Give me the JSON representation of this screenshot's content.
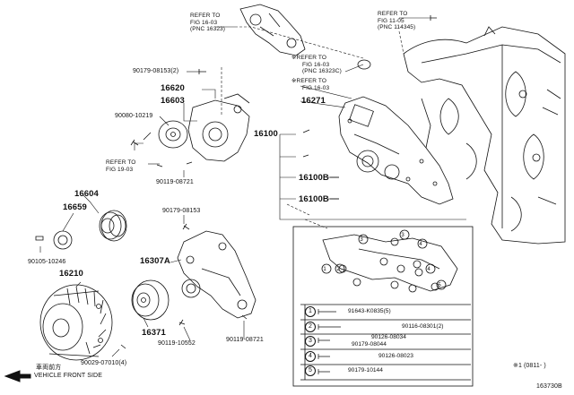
{
  "labels": {
    "refer_16_03_a": {
      "line1": "REFER TO",
      "line2": "FIG 16-03",
      "line3": "(PNC 16323)"
    },
    "refer_11_05": {
      "line1": "REFER TO",
      "line2": "FIG 11-05",
      "line3": "(PNC 114345)"
    },
    "refer_16_03_b": {
      "line1": "※REFER TO",
      "line2": "FIG 16-03",
      "line3": "(PNC 16323C)"
    },
    "refer_16_03_c": {
      "line1": "※REFER TO",
      "line2": "FIG 16-03"
    },
    "refer_19_03": {
      "line1": "REFER TO",
      "line2": "FIG 19-03"
    },
    "p_90179_08153_2": "90179-08153(2)",
    "p_16620": "16620",
    "p_16603": "16603",
    "p_90080_10219": "90080-10219",
    "p_90119_08721_a": "90119-08721",
    "p_16271": "16271",
    "p_16100": "16100",
    "p_16100B_a": "16100B",
    "p_16100B_b": "16100B",
    "p_16604": "16604",
    "p_16659": "16659",
    "p_90179_08153": "90179-08153",
    "p_90105_10246": "90105-10246",
    "p_16307A": "16307A",
    "p_16210": "16210",
    "p_16371": "16371",
    "p_90119_10552": "90119-10552",
    "p_90119_08721_b": "90119-08721",
    "p_90029_07010_4": "90029-07010(4)",
    "vehicle_front_jp": "車両前方",
    "vehicle_front": "VEHICLE FRONT SIDE",
    "footnote": "※1 (0811-     )",
    "fig_code": "163730B"
  },
  "detail_table": {
    "rows": [
      {
        "num": "1",
        "parts": [
          "91643-K0835(5)"
        ]
      },
      {
        "num": "2",
        "parts": [
          "90116-08301(2)"
        ]
      },
      {
        "num": "3",
        "parts": [
          "90126-08034",
          "90179-08044"
        ]
      },
      {
        "num": "4",
        "parts": [
          "90126-08023"
        ]
      },
      {
        "num": "5",
        "parts": [
          "90179-10144"
        ]
      }
    ]
  }
}
